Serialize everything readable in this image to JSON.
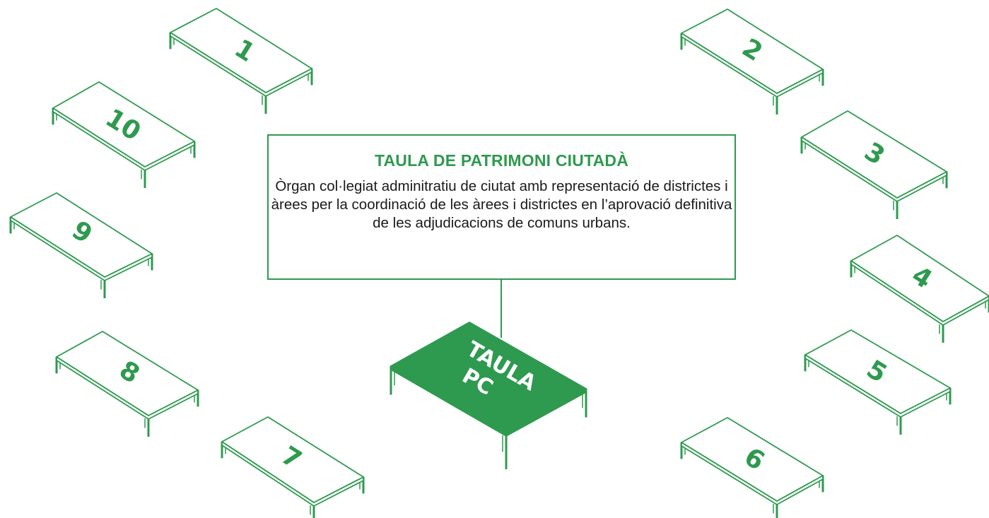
{
  "colors": {
    "accent": "#2e9a4f",
    "table_fill": "#ffffff",
    "pc_fill": "#2e9a4f",
    "text": "#1a1a1a"
  },
  "info_box": {
    "title": "TAULA DE PATRIMONI CIUTADÀ",
    "description": "Òrgan col·legiat adminitratiu de ciutat amb representació de districtes i àrees per la coordinació de les àrees i districtes en l’aprovació definitiva de les adjudicacions de comuns urbans."
  },
  "central_table": {
    "line1": "TAULA",
    "line2": "PC"
  },
  "tables": [
    {
      "number": "1"
    },
    {
      "number": "2"
    },
    {
      "number": "3"
    },
    {
      "number": "4"
    },
    {
      "number": "5"
    },
    {
      "number": "6"
    },
    {
      "number": "7"
    },
    {
      "number": "8"
    },
    {
      "number": "9"
    },
    {
      "number": "10"
    }
  ]
}
